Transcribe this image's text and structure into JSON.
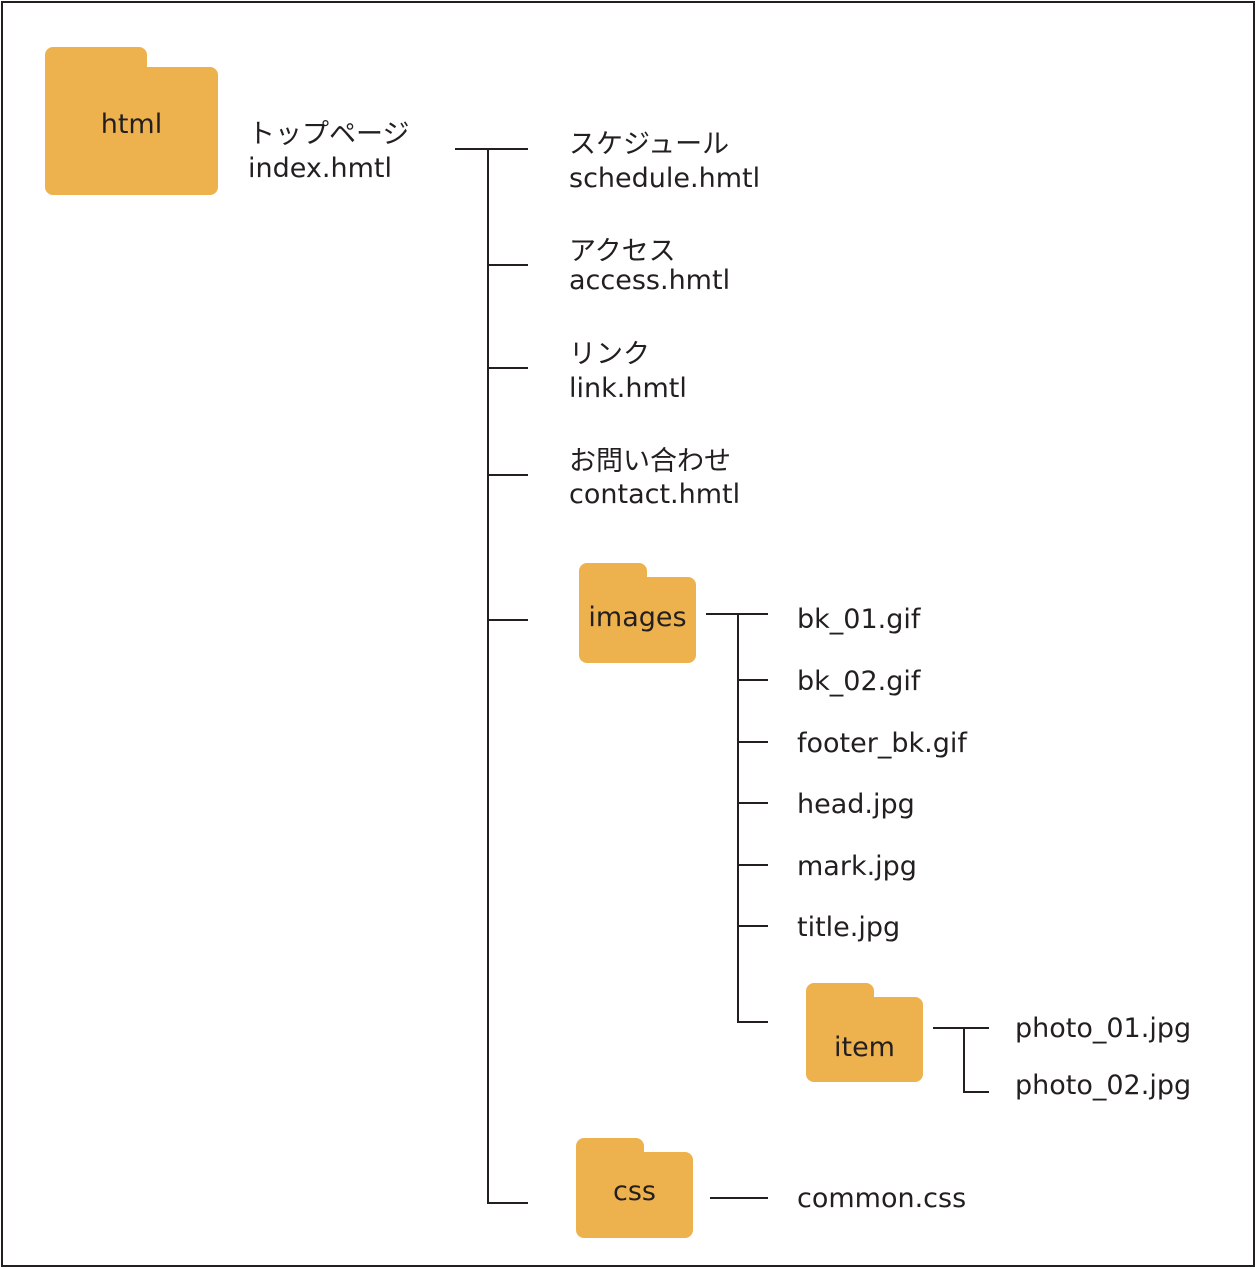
{
  "colors": {
    "folder": "#edb24e",
    "line": "#231f20"
  },
  "root": {
    "folder_name": "html"
  },
  "top_page": {
    "title": "トップページ",
    "file": "index.hmtl"
  },
  "pages": [
    {
      "title": "スケジュール",
      "file": "schedule.hmtl"
    },
    {
      "title": "アクセス",
      "file": "access.hmtl"
    },
    {
      "title": "リンク",
      "file": "link.hmtl"
    },
    {
      "title": "お問い合わせ",
      "file": "contact.hmtl"
    }
  ],
  "images": {
    "folder_name": "images",
    "files": [
      "bk_01.gif",
      "bk_02.gif",
      "footer_bk.gif",
      "head.jpg",
      "mark.jpg",
      "title.jpg"
    ],
    "item": {
      "folder_name": "item",
      "files": [
        "photo_01.jpg",
        "photo_02.jpg"
      ]
    }
  },
  "css": {
    "folder_name": "css",
    "files": [
      "common.css"
    ]
  }
}
